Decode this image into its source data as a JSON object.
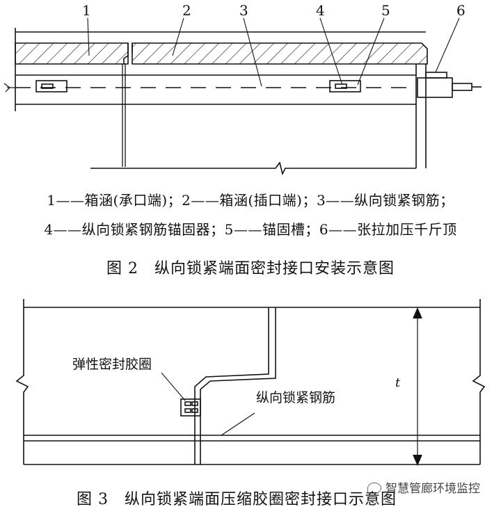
{
  "figure2": {
    "callouts": [
      "1",
      "2",
      "3",
      "4",
      "5",
      "6"
    ],
    "legend_line1": "1——箱涵(承口端)；2——箱涵(插口端)；3——纵向锁紧钢筋；",
    "legend_line2": "4——纵向锁紧钢筋锚固器；5——锚固槽；6——张拉加压千斤顶",
    "caption": "图 2　纵向锁紧端面密封接口安装示意图"
  },
  "figure3": {
    "label_seal": "弹性密封胶圈",
    "label_rebar": "纵向锁紧钢筋",
    "dimension": "t",
    "caption": "图 3　纵向锁紧端面压缩胶圈密封接口示意图"
  },
  "watermark": {
    "icon": "wechat-icon",
    "text": "智慧管廊环境监控"
  }
}
